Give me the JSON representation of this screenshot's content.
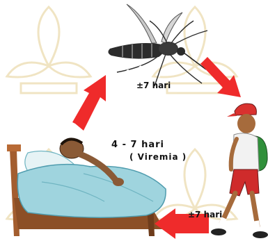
{
  "cycle": {
    "mosquito_to_human": "±7 hari",
    "viremia_duration": "4 - 7 hari",
    "viremia_label": "( Viremia )",
    "human_to_mosquito": "±7 hari"
  },
  "colors": {
    "arrow": "#ef2b2b",
    "watermark": "#ead8a8",
    "text": "#111111"
  },
  "icons": [
    "mosquito",
    "sick-person-in-bed",
    "walking-child",
    "cycle-arrow",
    "watermark-emblem"
  ]
}
